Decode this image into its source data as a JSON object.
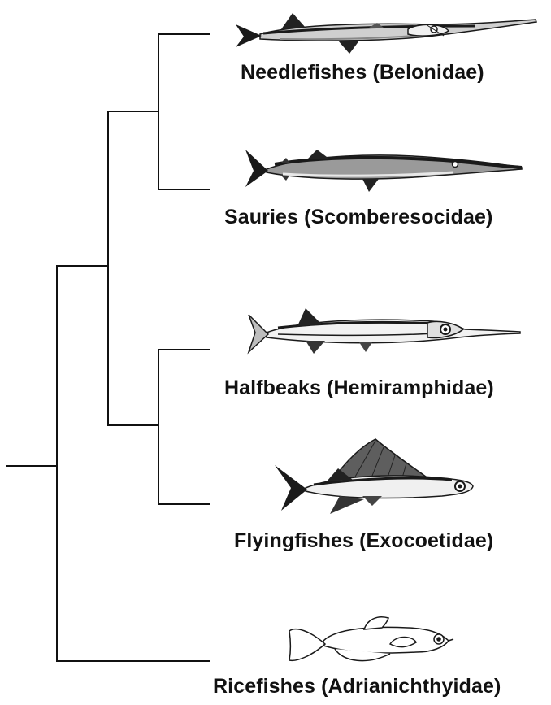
{
  "colors": {
    "line": "#111111",
    "fish_dark": "#1a1a1a",
    "fish_mid": "#6a6a6a",
    "fish_light": "#f4f4f4"
  },
  "taxa": [
    {
      "label": "Needlefishes (Belonidae)",
      "icon": "needlefish-icon"
    },
    {
      "label": "Sauries (Scomberesocidae)",
      "icon": "saury-icon"
    },
    {
      "label": "Halfbeaks (Hemiramphidae)",
      "icon": "halfbeak-icon"
    },
    {
      "label": "Flyingfishes (Exocoetidae)",
      "icon": "flyingfish-icon"
    },
    {
      "label": "Ricefishes (Adrianichthyidae)",
      "icon": "ricefish-icon"
    }
  ]
}
